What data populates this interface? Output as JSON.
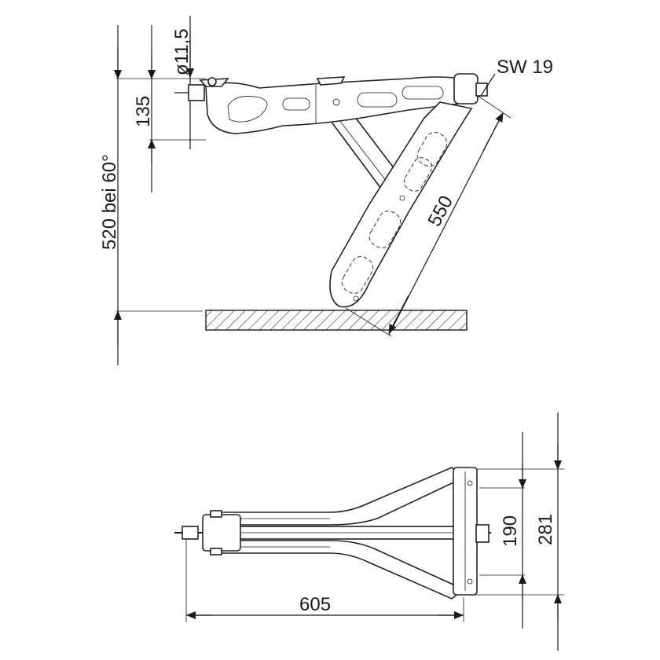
{
  "side_view": {
    "dim_diameter": "ø11,5",
    "dim_height_top": "135",
    "dim_height_total": "520 bei 60°",
    "dim_arm_length": "550",
    "label_wrench": "SW 19"
  },
  "top_view": {
    "dim_length": "605",
    "dim_inner_width": "190",
    "dim_outer_width": "281"
  }
}
